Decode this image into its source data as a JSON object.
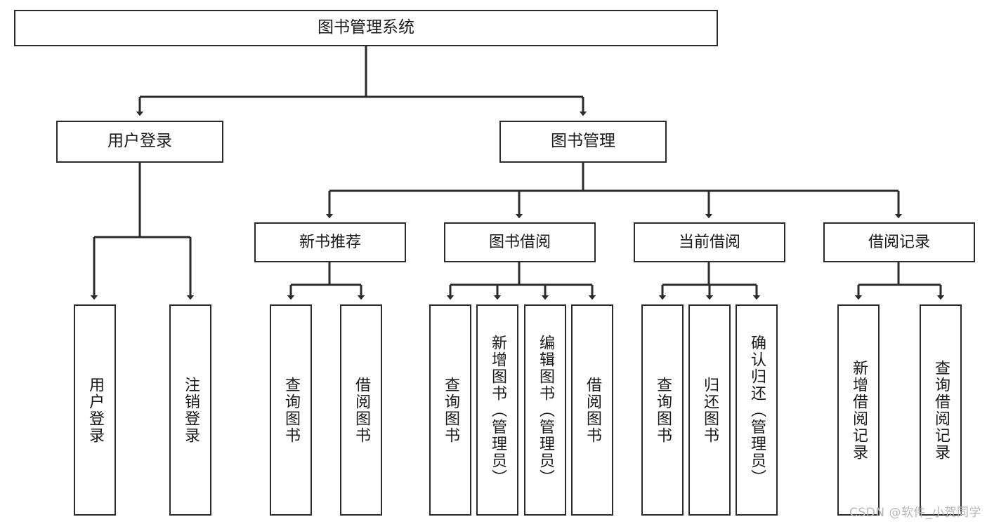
{
  "diagram": {
    "title": "图书管理系统",
    "type": "tree-hierarchy-diagram",
    "colors": {
      "box_border": "#2b2b2b",
      "box_fill": "#ffffff",
      "connector": "#2b2b2b",
      "text": "#1a1a1a",
      "watermark": "#b7b7b7",
      "background": "#ffffff"
    }
  },
  "root": {
    "label": "图书管理系统"
  },
  "level_two": [
    {
      "label": "用户登录"
    },
    {
      "label": "图书管理"
    }
  ],
  "level_three": [
    {
      "label": "新书推荐"
    },
    {
      "label": "图书借阅"
    },
    {
      "label": "当前借阅"
    },
    {
      "label": "借阅记录"
    }
  ],
  "leaves": {
    "user_login": [
      {
        "label": "用户登录"
      },
      {
        "label": "注销登录"
      }
    ],
    "new_book_recommend": [
      {
        "label": "查询图书"
      },
      {
        "label": "借阅图书"
      }
    ],
    "book_borrow": [
      {
        "label": "查询图书"
      },
      {
        "label": "新增图书（管理员）"
      },
      {
        "label": "编辑图书（管理员）"
      },
      {
        "label": "借阅图书"
      }
    ],
    "current_borrow": [
      {
        "label": "查询图书"
      },
      {
        "label": "归还图书"
      },
      {
        "label": "确认归还（管理员）"
      }
    ],
    "borrow_record": [
      {
        "label": "新增借阅记录"
      },
      {
        "label": "查询借阅记录"
      }
    ]
  },
  "watermark": {
    "text": "CSDN @软件_小贺同学"
  }
}
